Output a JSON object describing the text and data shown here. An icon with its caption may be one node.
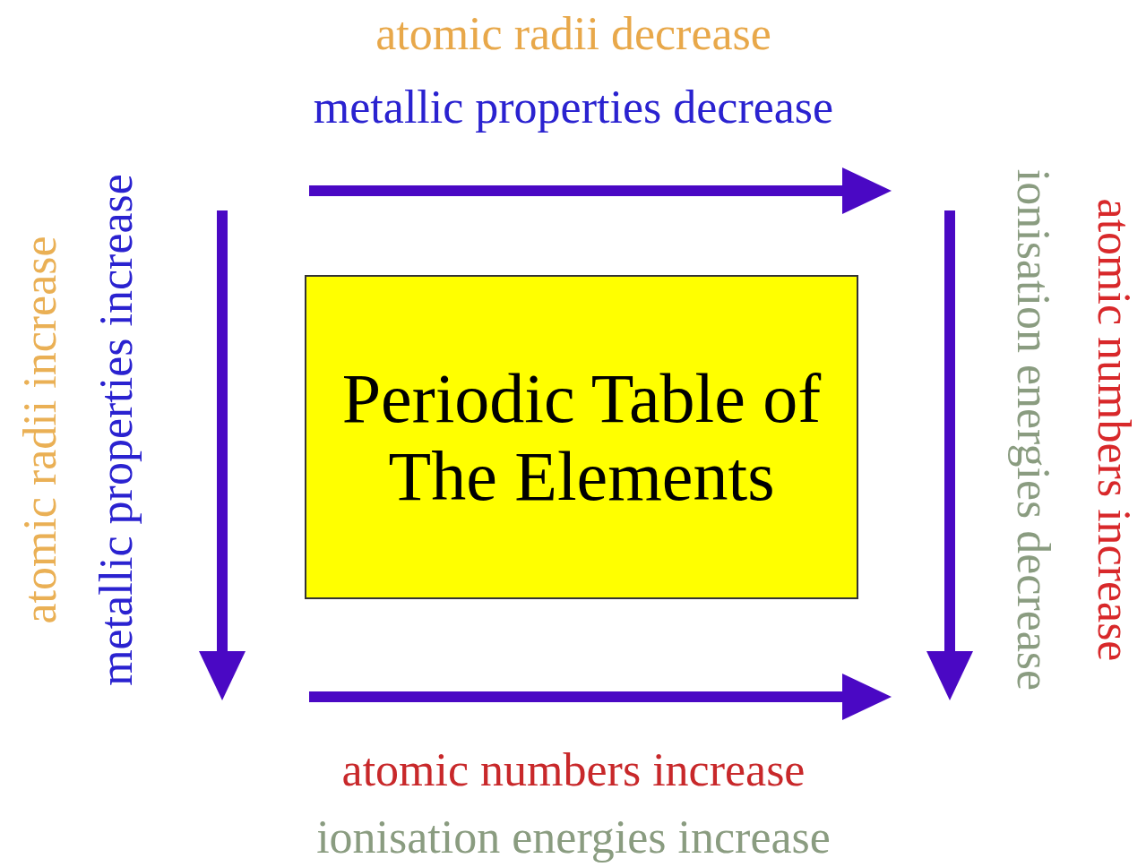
{
  "diagram": {
    "nodes": [
      {
        "text": [
          "Periodic Table of The Elements"
        ]
      }
    ],
    "labels": [
      "atomic radii decrease",
      "metallic properties decrease",
      "atomic radii increase",
      "metallic properties increase",
      "ionisation energies decrease",
      "atomic numbers increase",
      "atomic numbers increase",
      "ionisation energies increase"
    ]
  }
}
